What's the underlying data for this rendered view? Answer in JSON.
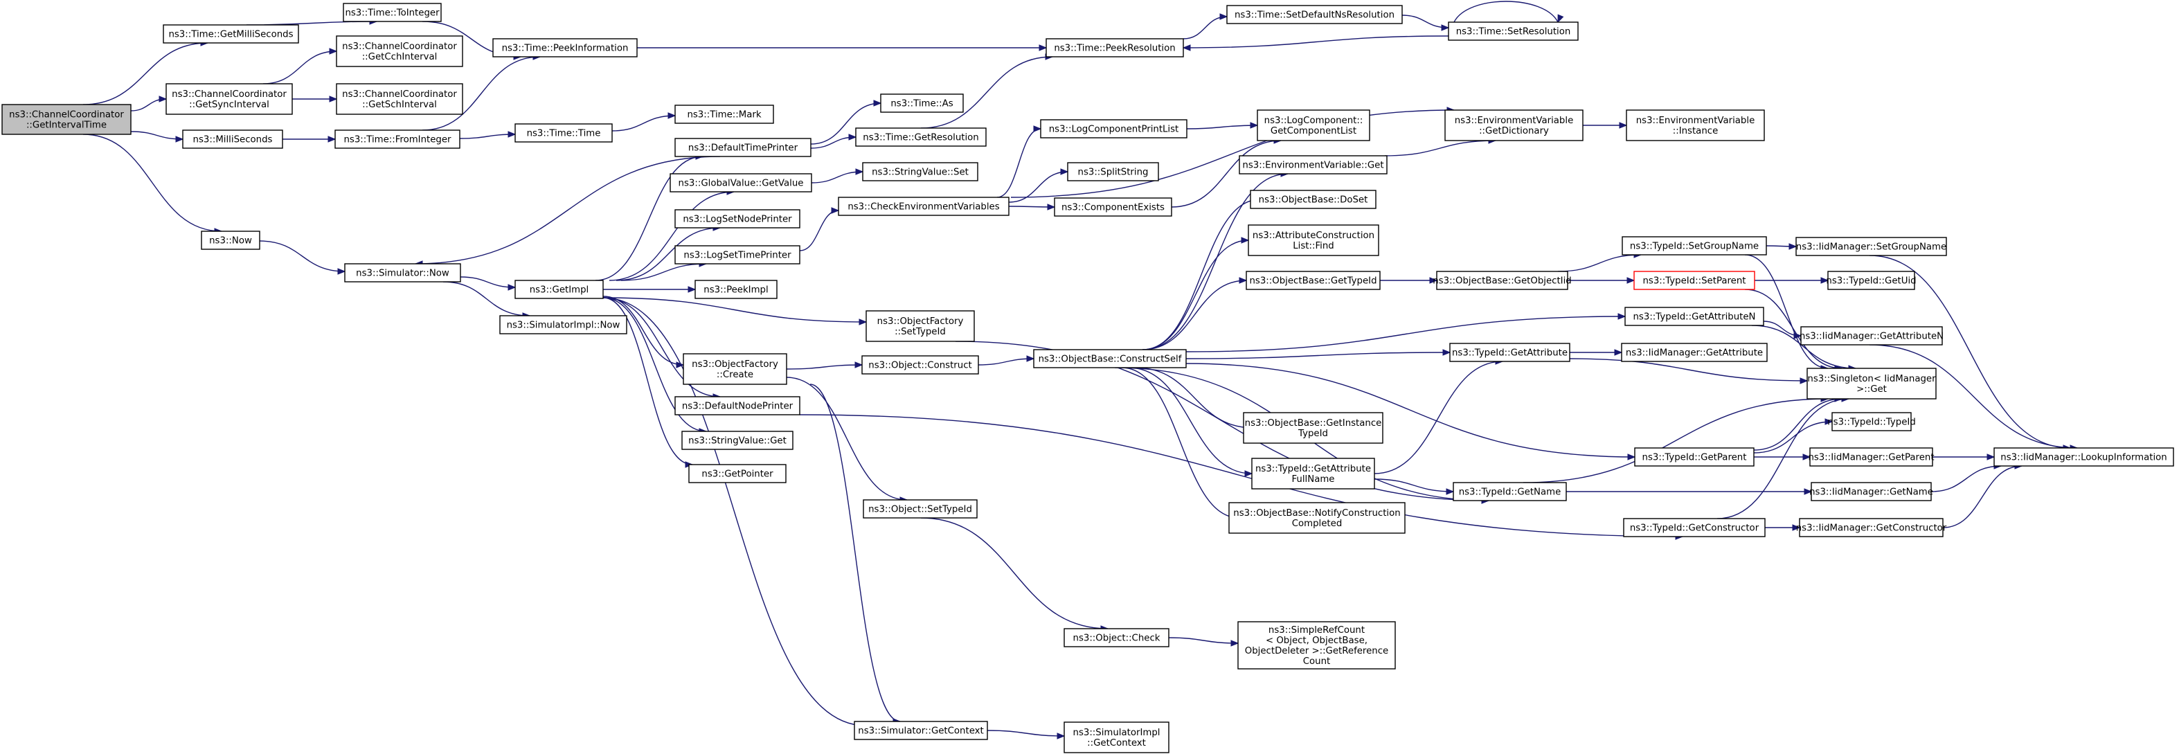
{
  "graph": {
    "title": "",
    "colors": {
      "edge": "#191970",
      "node_border": "#000000",
      "root_fill": "#bfbfbf",
      "highlight_border": "#ff0000"
    },
    "nodes": [
      {
        "id": "root",
        "lines": [
          "ns3::ChannelCoordinator",
          "::GetIntervalTime"
        ],
        "root": true
      },
      {
        "id": "getMilli",
        "lines": [
          "ns3::Time::GetMilliSeconds"
        ]
      },
      {
        "id": "toInteger",
        "lines": [
          "ns3::Time::ToInteger"
        ]
      },
      {
        "id": "peekInfo",
        "lines": [
          "ns3::Time::PeekInformation"
        ]
      },
      {
        "id": "getCch",
        "lines": [
          "ns3::ChannelCoordinator",
          "::GetCchInterval"
        ]
      },
      {
        "id": "getSync",
        "lines": [
          "ns3::ChannelCoordinator",
          "::GetSyncInterval"
        ]
      },
      {
        "id": "getSch",
        "lines": [
          "ns3::ChannelCoordinator",
          "::GetSchInterval"
        ]
      },
      {
        "id": "milli",
        "lines": [
          "ns3::MilliSeconds"
        ]
      },
      {
        "id": "fromInt",
        "lines": [
          "ns3::Time::FromInteger"
        ]
      },
      {
        "id": "timeTime",
        "lines": [
          "ns3::Time::Time"
        ]
      },
      {
        "id": "timeMark",
        "lines": [
          "ns3::Time::Mark"
        ]
      },
      {
        "id": "timeAs",
        "lines": [
          "ns3::Time::As"
        ]
      },
      {
        "id": "getRes",
        "lines": [
          "ns3::Time::GetResolution"
        ]
      },
      {
        "id": "peekRes",
        "lines": [
          "ns3::Time::PeekResolution"
        ]
      },
      {
        "id": "setDefNs",
        "lines": [
          "ns3::Time::SetDefaultNsResolution"
        ]
      },
      {
        "id": "setRes",
        "lines": [
          "ns3::Time::SetResolution"
        ]
      },
      {
        "id": "now",
        "lines": [
          "ns3::Now"
        ]
      },
      {
        "id": "simNow",
        "lines": [
          "ns3::Simulator::Now"
        ]
      },
      {
        "id": "getImpl",
        "lines": [
          "ns3::GetImpl"
        ]
      },
      {
        "id": "simImplNow",
        "lines": [
          "ns3::SimulatorImpl::Now"
        ]
      },
      {
        "id": "defTimePr",
        "lines": [
          "ns3::DefaultTimePrinter"
        ]
      },
      {
        "id": "gvGet",
        "lines": [
          "ns3::GlobalValue::GetValue"
        ]
      },
      {
        "id": "svSet",
        "lines": [
          "ns3::StringValue::Set"
        ]
      },
      {
        "id": "logNodePr",
        "lines": [
          "ns3::LogSetNodePrinter"
        ]
      },
      {
        "id": "logTimePr",
        "lines": [
          "ns3::LogSetTimePrinter"
        ]
      },
      {
        "id": "peekImpl",
        "lines": [
          "ns3::PeekImpl"
        ]
      },
      {
        "id": "ofCreate",
        "lines": [
          "ns3::ObjectFactory",
          "::Create"
        ]
      },
      {
        "id": "defNodePr",
        "lines": [
          "ns3::DefaultNodePrinter"
        ]
      },
      {
        "id": "svGet",
        "lines": [
          "ns3::StringValue::Get"
        ]
      },
      {
        "id": "getPtr",
        "lines": [
          "ns3::GetPointer"
        ]
      },
      {
        "id": "checkEnv",
        "lines": [
          "ns3::CheckEnvironmentVariables"
        ]
      },
      {
        "id": "logCompPrint",
        "lines": [
          "ns3::LogComponentPrintList"
        ]
      },
      {
        "id": "splitStr",
        "lines": [
          "ns3::SplitString"
        ]
      },
      {
        "id": "compExists",
        "lines": [
          "ns3::ComponentExists"
        ]
      },
      {
        "id": "logCompList",
        "lines": [
          "ns3::LogComponent::",
          "GetComponentList"
        ]
      },
      {
        "id": "envDict",
        "lines": [
          "ns3::EnvironmentVariable",
          "::GetDictionary"
        ]
      },
      {
        "id": "envInst",
        "lines": [
          "ns3::EnvironmentVariable",
          "::Instance"
        ]
      },
      {
        "id": "envGet",
        "lines": [
          "ns3::EnvironmentVariable::Get"
        ]
      },
      {
        "id": "obDoSet",
        "lines": [
          "ns3::ObjectBase::DoSet"
        ]
      },
      {
        "id": "attrFind",
        "lines": [
          "ns3::AttributeConstruction",
          "List::Find"
        ]
      },
      {
        "id": "obGetTid",
        "lines": [
          "ns3::ObjectBase::GetTypeId"
        ]
      },
      {
        "id": "obGetOid",
        "lines": [
          "ns3::ObjectBase::GetObjectIid"
        ]
      },
      {
        "id": "tidSetGroup",
        "lines": [
          "ns3::TypeId::SetGroupName"
        ]
      },
      {
        "id": "iidSetGroup",
        "lines": [
          "ns3::IidManager::SetGroupName"
        ]
      },
      {
        "id": "tidSetParent",
        "lines": [
          "ns3::TypeId::SetParent"
        ],
        "red": true
      },
      {
        "id": "tidGetUid",
        "lines": [
          "ns3::TypeId::GetUid"
        ]
      },
      {
        "id": "ofSetTid",
        "lines": [
          "ns3::ObjectFactory",
          "::SetTypeId"
        ]
      },
      {
        "id": "objConstruct",
        "lines": [
          "ns3::Object::Construct"
        ]
      },
      {
        "id": "obConstructSelf",
        "lines": [
          "ns3::ObjectBase::ConstructSelf"
        ]
      },
      {
        "id": "tidGetAttrN",
        "lines": [
          "ns3::TypeId::GetAttributeN"
        ]
      },
      {
        "id": "iidGetAttrN",
        "lines": [
          "ns3::IidManager::GetAttributeN"
        ]
      },
      {
        "id": "tidGetAttr",
        "lines": [
          "ns3::TypeId::GetAttribute"
        ]
      },
      {
        "id": "iidGetAttr",
        "lines": [
          "ns3::IidManager::GetAttribute"
        ]
      },
      {
        "id": "singleton",
        "lines": [
          "ns3::Singleton< IidManager",
          ">::Get"
        ]
      },
      {
        "id": "obGetInstTid",
        "lines": [
          "ns3::ObjectBase::GetInstance",
          "TypeId"
        ]
      },
      {
        "id": "tidGetParent",
        "lines": [
          "ns3::TypeId::GetParent"
        ]
      },
      {
        "id": "tidTypeId",
        "lines": [
          "ns3::TypeId::TypeId"
        ]
      },
      {
        "id": "iidGetParent",
        "lines": [
          "ns3::IidManager::GetParent"
        ]
      },
      {
        "id": "iidLookup",
        "lines": [
          "ns3::IidManager::LookupInformation"
        ]
      },
      {
        "id": "tidGetAttrFull",
        "lines": [
          "ns3::TypeId::GetAttribute",
          "FullName"
        ]
      },
      {
        "id": "tidGetName",
        "lines": [
          "ns3::TypeId::GetName"
        ]
      },
      {
        "id": "iidGetName",
        "lines": [
          "ns3::IidManager::GetName"
        ]
      },
      {
        "id": "obNotify",
        "lines": [
          "ns3::ObjectBase::NotifyConstruction",
          "Completed"
        ]
      },
      {
        "id": "tidGetCtor",
        "lines": [
          "ns3::TypeId::GetConstructor"
        ]
      },
      {
        "id": "iidGetCtor",
        "lines": [
          "ns3::IidManager::GetConstructor"
        ]
      },
      {
        "id": "objSetTid",
        "lines": [
          "ns3::Object::SetTypeId"
        ]
      },
      {
        "id": "objCheck",
        "lines": [
          "ns3::Object::Check"
        ]
      },
      {
        "id": "simpleRef",
        "lines": [
          "ns3::SimpleRefCount",
          "< Object, ObjectBase,",
          "ObjectDeleter >::GetReference",
          "Count"
        ]
      },
      {
        "id": "simGetCtx",
        "lines": [
          "ns3::Simulator::GetContext"
        ]
      },
      {
        "id": "simImplCtx",
        "lines": [
          "ns3::SimulatorImpl",
          "::GetContext"
        ]
      }
    ]
  }
}
